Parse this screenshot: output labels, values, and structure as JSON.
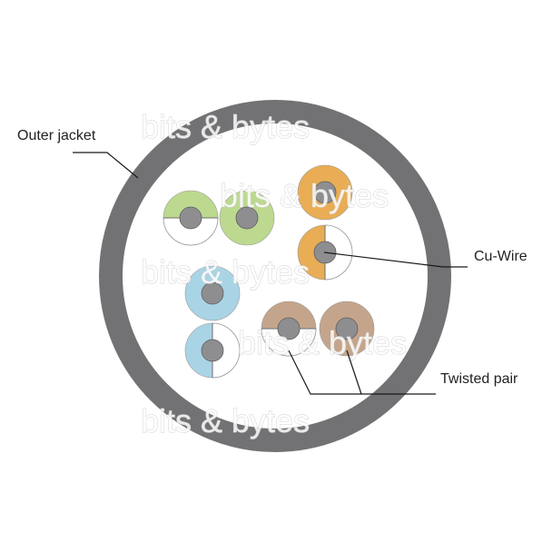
{
  "labels": {
    "outer_jacket": "Outer jacket",
    "cu_wire": "Cu-Wire",
    "twisted_pair": "Twisted pair"
  },
  "watermark": "bits & bytes",
  "colors": {
    "jacket": "#727274",
    "core": "#8e8e90",
    "green": "#bcd98f",
    "orange": "#e8ad55",
    "blue": "#a9d4e6",
    "brown": "#c4a58b",
    "stripe_white": "#ffffff",
    "outline": "#9a9a9a"
  },
  "pairs": [
    {
      "name": "green-pair",
      "color": "green"
    },
    {
      "name": "orange-pair",
      "color": "orange"
    },
    {
      "name": "blue-pair",
      "color": "blue"
    },
    {
      "name": "brown-pair",
      "color": "brown"
    }
  ]
}
